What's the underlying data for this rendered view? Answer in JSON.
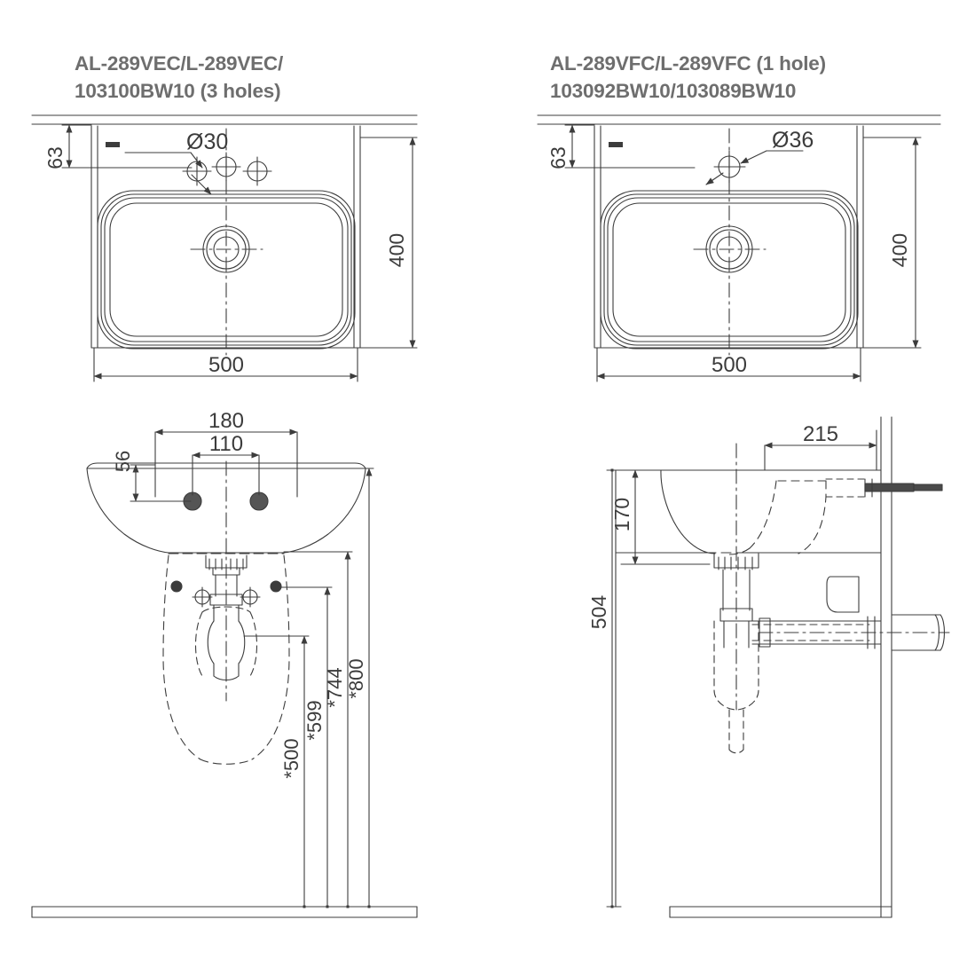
{
  "drawing": {
    "sheet_width": 1090,
    "sheet_height": 1090,
    "background": "#ffffff",
    "line_color": "#3c3c3c",
    "title_color": "#6e6e6e",
    "units": "mm"
  },
  "views": {
    "top_left": {
      "title_line1": "AL-289VEC/L-289VEC/",
      "title_line2": "103100BW10 (3 holes)",
      "view_type": "plan",
      "hole_count": 3,
      "hole_callout": "Ø30",
      "dimensions": {
        "wall_offset": "63",
        "width": "500",
        "depth": "400"
      }
    },
    "top_right": {
      "title_line1": "AL-289VFC/L-289VFC (1 hole)",
      "title_line2": "103092BW10/103089BW10",
      "view_type": "plan",
      "hole_count": 1,
      "hole_callout": "Ø36",
      "dimensions": {
        "wall_offset": "63",
        "width": "500",
        "depth": "400"
      }
    },
    "bottom_left": {
      "view_type": "front-elevation",
      "dimensions": {
        "bracket_drop": "56",
        "outer_hole_spacing": "180",
        "inner_hole_spacing": "110",
        "trap_height": "*500",
        "waste_height": "*599",
        "bracket_height": "*744",
        "rim_height": "*800"
      }
    },
    "bottom_right": {
      "view_type": "side-elevation",
      "dimensions": {
        "projection": "215",
        "bowl_depth": "170",
        "waste_height": "504"
      }
    }
  },
  "labels": {
    "diameter_30": "Ø30",
    "diameter_36": "Ø36",
    "d63_a": "63",
    "d63_b": "63",
    "d500_a": "500",
    "d500_b": "500",
    "d400_a": "400",
    "d400_b": "400",
    "d56": "56",
    "d180": "180",
    "d110": "110",
    "d500star": "*500",
    "d599star": "*599",
    "d744star": "*744",
    "d800star": "*800",
    "d215": "215",
    "d170": "170",
    "d504": "504"
  }
}
